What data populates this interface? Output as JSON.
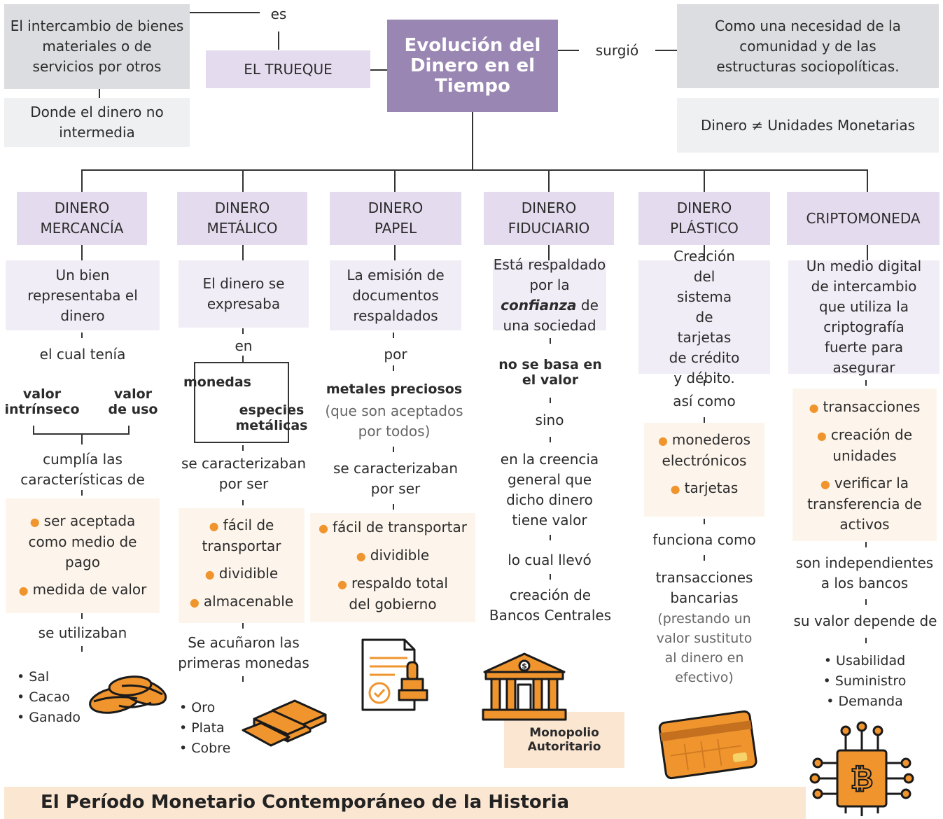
{
  "title": "Evolución del Dinero en el Tiempo",
  "top_left": {
    "definition": "El intercambio de bienes materiales o de servicios por otros",
    "connector": "es",
    "trueque": "EL TRUEQUE",
    "note": "Donde el dinero no intermedia"
  },
  "top_right": {
    "connector": "surgió",
    "reason": "Como una necesidad de la comunidad y de las estructuras sociopolíticas.",
    "note": "Dinero ≠ Unidades Monetarias"
  },
  "branches": {
    "mercancia": {
      "header": "DINERO MERCANCÍA",
      "desc": "Un bien representaba el dinero",
      "link1": "el cual tenía",
      "value_a": "valor intrínseco",
      "value_b": "valor de uso",
      "link2": "cumplía las características de",
      "features": [
        "ser aceptada como medio de pago",
        "medida de valor"
      ],
      "link3": "se utilizaban",
      "examples": [
        "Sal",
        "Cacao",
        "Ganado"
      ]
    },
    "metalico": {
      "header": "DINERO METÁLICO",
      "desc": "El dinero se expresaba",
      "link1": "en",
      "form_a": "monedas",
      "form_b": "especies metálicas",
      "link2": "se caracterizaban por ser",
      "features": [
        "fácil de transportar",
        "dividible",
        "almacenable"
      ],
      "link3": "Se acuñaron las primeras monedas",
      "examples": [
        "Oro",
        "Plata",
        "Cobre"
      ]
    },
    "papel": {
      "header": "DINERO PAPEL",
      "desc": "La emisión de documentos respaldados",
      "link1": "por",
      "backing": "metales preciosos",
      "backing_note": "(que son aceptados por todos)",
      "link2": "se caracterizaban por ser",
      "features": [
        "fácil de transportar",
        "dividible",
        "respaldo total del gobierno"
      ]
    },
    "fiduciario": {
      "header": "DINERO FIDUCIARIO",
      "desc_a": "Está respaldado por la",
      "desc_em": "confianza",
      "desc_b": "de una sociedad",
      "not_based": "no se basa en el valor",
      "sino": "sino",
      "belief": "en la creencia general que dicho dinero tiene valor",
      "led": "lo cual llevó",
      "result": "creación de Bancos Centrales",
      "monopoly": "Monopolio Autoritario"
    },
    "plastico": {
      "header": "DINERO PLÁSTICO",
      "desc": "Creación del sistema de tarjetas de crédito y débito.",
      "link1": "así como",
      "features": [
        "monederos electrónicos",
        "tarjetas"
      ],
      "link2": "funciona como",
      "function": "transacciones bancarias",
      "function_note": "(prestando un valor sustituto al dinero en efectivo)"
    },
    "cripto": {
      "header": "CRIPTOMONEDA",
      "desc": "Un medio digital de intercambio que utiliza la criptografía fuerte para asegurar",
      "features": [
        "transacciones",
        "creación de unidades",
        "verificar la transferencia de activos"
      ],
      "link1": "son independientes a los bancos",
      "link2": "su valor depende de",
      "factors": [
        "Usabilidad",
        "Suministro",
        "Demanda"
      ]
    }
  },
  "banner": "El Período Monetario Contemporáneo de la Historia",
  "icons": [
    "cacao-icon",
    "gold-bars-icon",
    "document-stamp-icon",
    "bank-icon",
    "credit-card-icon",
    "bitcoin-chip-icon"
  ],
  "colors": {
    "title": "#9a86b3",
    "lavender": "#e4dcee",
    "grey": "#dcdde0",
    "orange": "#f0952e",
    "peach": "#fbe6d2"
  }
}
